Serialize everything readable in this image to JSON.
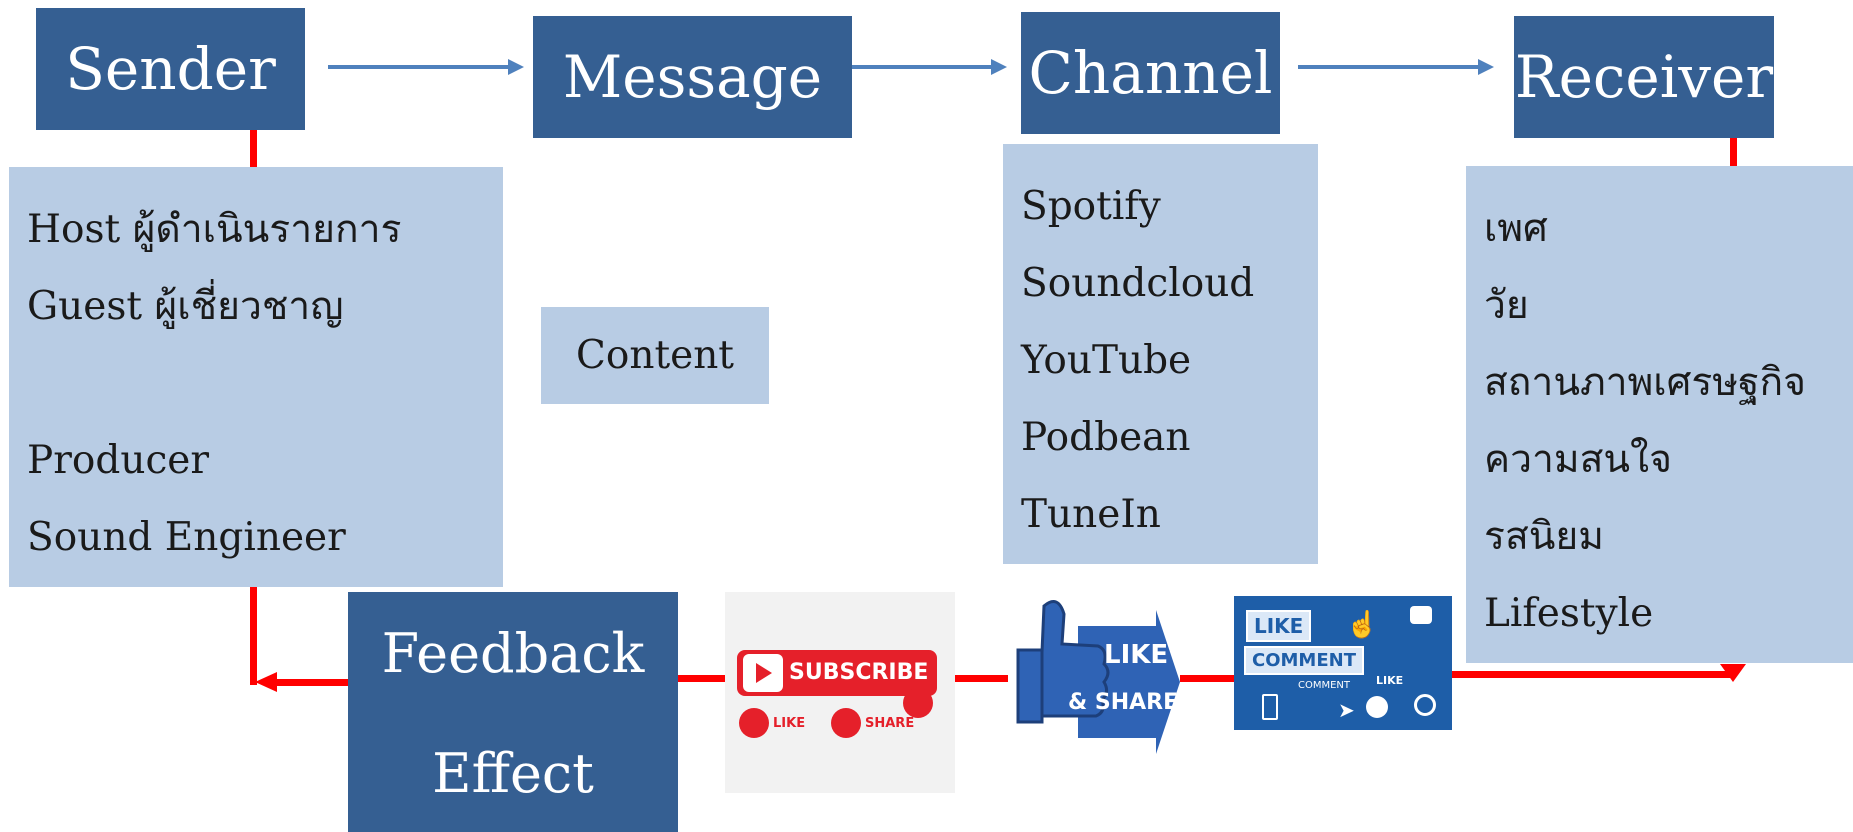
{
  "boxes": {
    "sender": "Sender",
    "message": "Message",
    "channel": "Channel",
    "receiver": "Receiver",
    "content": "Content",
    "feedback": "Feedback",
    "effect": "Effect"
  },
  "sender_details": [
    "Host  ผู้ดำเนินรายการ",
    "Guest ผู้เชี่ยวชาญ",
    "",
    "Producer",
    "Sound Engineer"
  ],
  "channel_list": [
    "Spotify",
    "Soundcloud",
    "YouTube",
    "Podbean",
    "TuneIn"
  ],
  "receiver_list": [
    "เพศ",
    "วัย",
    "สถานภาพเศรษฐกิจ",
    "ความสนใจ",
    "รสนิยม",
    "Lifestyle"
  ],
  "images": {
    "subscribe": {
      "main": "SUBSCRIBE",
      "like": "LIKE",
      "share": "SHARE"
    },
    "like_share": {
      "line1": "LIKE",
      "line2": "& SHARE"
    },
    "social": {
      "like": "LIKE",
      "comment": "COMMENT",
      "small_comment": "COMMENT",
      "small_like": "LIKE"
    }
  },
  "colors": {
    "dark_box": "#355f92",
    "light_box": "#b8cce4",
    "arrow_blue": "#4f81bd",
    "feedback_line": "#ff0000"
  }
}
